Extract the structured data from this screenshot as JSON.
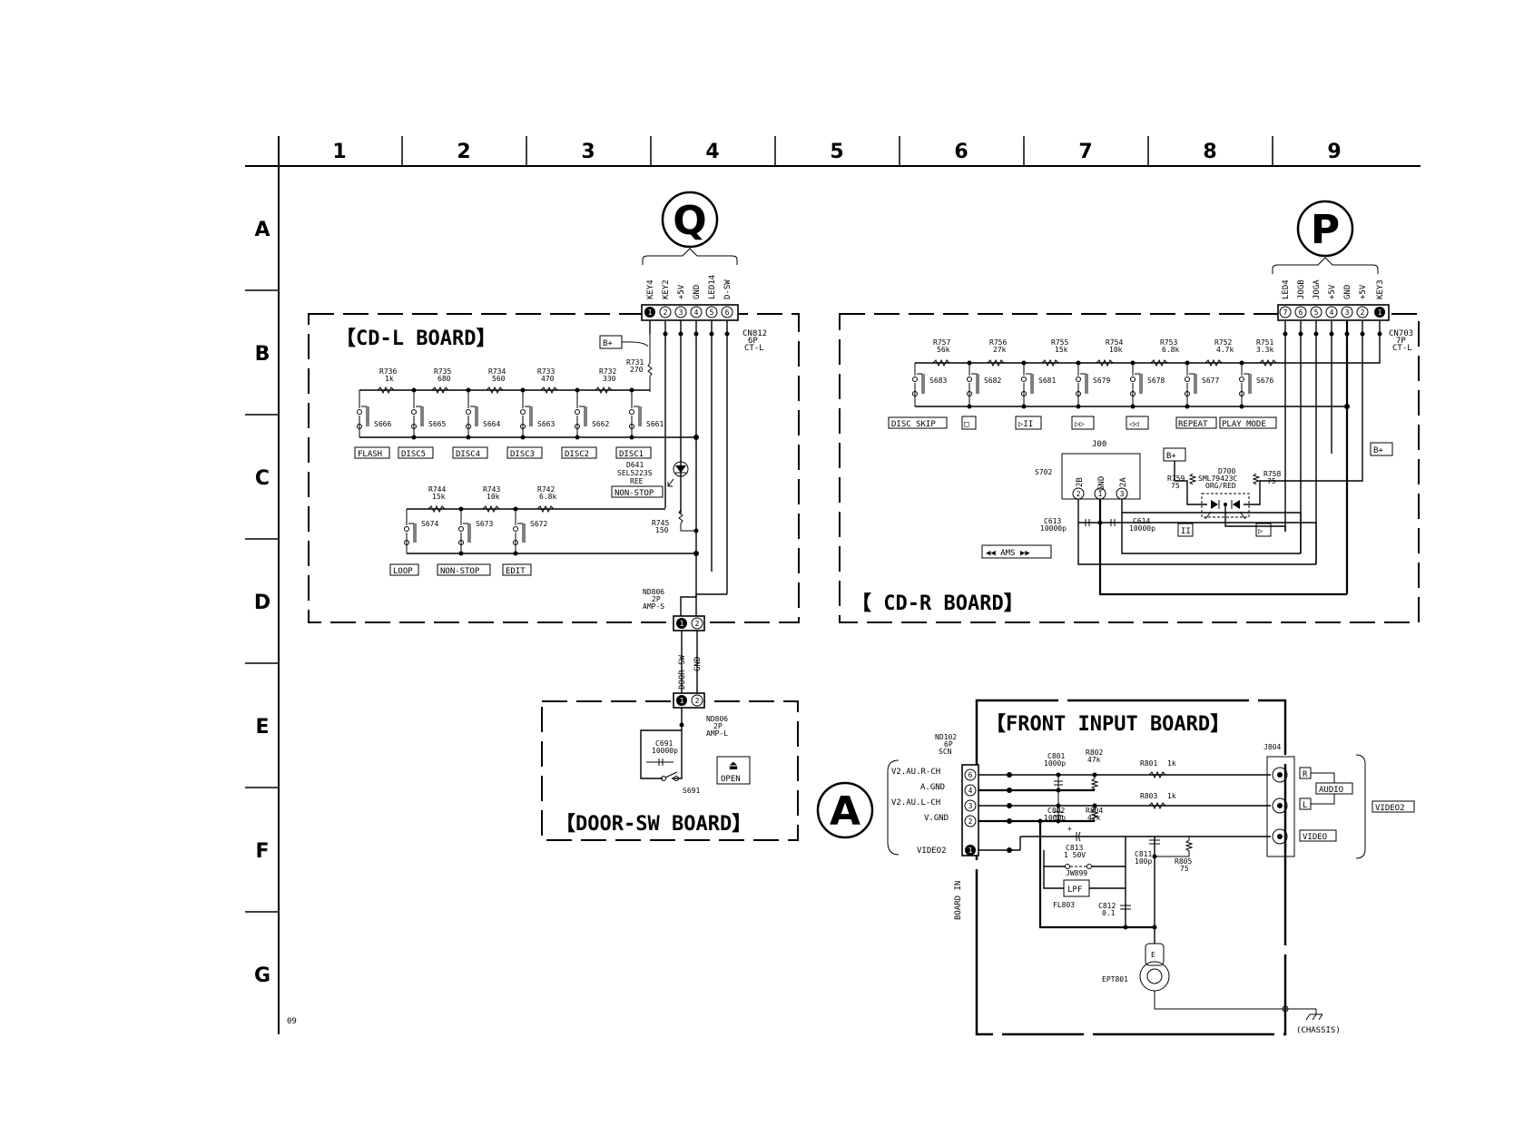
{
  "grid": {
    "columns": [
      "1",
      "2",
      "3",
      "4",
      "5",
      "6",
      "7",
      "8",
      "9"
    ],
    "rows": [
      "A",
      "B",
      "C",
      "D",
      "E",
      "F",
      "G"
    ],
    "page_code": "09"
  },
  "markers": {
    "q": "Q",
    "p": "P",
    "a": "A"
  },
  "cdl": {
    "title": "【CD-L  BOARD】",
    "connector_ref": "CN812",
    "connector_desc": "6P",
    "connector_type": "CT-L",
    "pins": [
      "KEY4",
      "KEY2",
      "+5V",
      "GND",
      "LED14",
      "D-SW"
    ],
    "pin_numbers": [
      "1",
      "2",
      "3",
      "4",
      "5",
      "6"
    ],
    "bplus": "B+",
    "r731": {
      "ref": "R731",
      "value": "270"
    },
    "resistors_top": [
      {
        "ref": "R736",
        "value": "1k"
      },
      {
        "ref": "R735",
        "value": "680"
      },
      {
        "ref": "R734",
        "value": "560"
      },
      {
        "ref": "R733",
        "value": "470"
      },
      {
        "ref": "R732",
        "value": "330"
      }
    ],
    "switches_top": [
      "S666",
      "S665",
      "S664",
      "S663",
      "S662",
      "S661"
    ],
    "labels_top": [
      "FLASH",
      "DISC5",
      "DISC4",
      "DISC3",
      "DISC2",
      "DISC1"
    ],
    "led": {
      "ref": "D641",
      "part": "SEL5223S",
      "color": "REE",
      "label": "NON-STOP"
    },
    "resistors_bottom": [
      {
        "ref": "R744",
        "value": "15k"
      },
      {
        "ref": "R743",
        "value": "10k"
      },
      {
        "ref": "R742",
        "value": "6.8k"
      }
    ],
    "switches_bottom": [
      "S674",
      "S673",
      "S672"
    ],
    "labels_bottom": [
      "LOOP",
      "NON-STOP",
      "EDIT"
    ],
    "r745": {
      "ref": "R745",
      "value": "150"
    },
    "nd806": {
      "ref": "ND806",
      "desc": "2P",
      "type": "AMP-S"
    }
  },
  "cdr": {
    "title": "【 CD-R  BOARD】",
    "connector_ref": "CN703",
    "connector_desc": "7P",
    "connector_type": "CT-L",
    "pins": [
      "LED4",
      "JOGB",
      "JOGA",
      "+5V",
      "GND",
      "+5V",
      "KEY3"
    ],
    "pin_numbers": [
      "7",
      "6",
      "5",
      "4",
      "3",
      "2",
      "1"
    ],
    "resistors": [
      {
        "ref": "R757",
        "value": "56k"
      },
      {
        "ref": "R756",
        "value": "27k"
      },
      {
        "ref": "R755",
        "value": "15k"
      },
      {
        "ref": "R754",
        "value": "10k"
      },
      {
        "ref": "R753",
        "value": "6.8k"
      },
      {
        "ref": "R752",
        "value": "4.7k"
      },
      {
        "ref": "R751",
        "value": "3.3k"
      }
    ],
    "switches": [
      "S683",
      "S682",
      "S681",
      "S679",
      "S678",
      "S677",
      "S676"
    ],
    "labels": [
      "DISC SKIP",
      "□",
      "▷II",
      "▷▷",
      "◁◁",
      "REPEAT",
      "PLAY MODE"
    ],
    "jog": {
      "ref": "J00",
      "sw": "S702",
      "pins": [
        "2B",
        "GND",
        "2A"
      ],
      "pin_numbers": [
        "2",
        "1",
        "3"
      ]
    },
    "c613": {
      "ref": "C613",
      "value": "10000p"
    },
    "c614": {
      "ref": "C614",
      "value": "10000p"
    },
    "ams": "AMS",
    "bplus": "B+",
    "r759": {
      "ref": "R759",
      "value": "75"
    },
    "r758": {
      "ref": "R758",
      "value": "75"
    },
    "led": {
      "ref": "D700",
      "part": "SML79423C",
      "color": "ORG/RED"
    },
    "pause_label": "II",
    "play_label": "▷"
  },
  "door": {
    "title": "【DOOR-SW BOARD】",
    "nd806": {
      "ref": "ND806",
      "desc": "2P",
      "type": "AMP-L"
    },
    "c691": {
      "ref": "C691",
      "value": "10000p"
    },
    "switch": "S691",
    "open_label": "OPEN",
    "eject": "⏏",
    "wire_labels": [
      "DOOR SW",
      "GND"
    ]
  },
  "front": {
    "title": "【FRONT  INPUT  BOARD】",
    "connector": {
      "ref": "ND102",
      "desc": "6P",
      "type": "SCN"
    },
    "signals": [
      "V2.AU.R-CH",
      "A.GND",
      "V2.AU.L-CH",
      "V.GND",
      "VIDEO2"
    ],
    "pin_numbers": [
      "6",
      "4",
      "3",
      "2",
      "1"
    ],
    "c801": {
      "ref": "C801",
      "value": "1000p"
    },
    "c802": {
      "ref": "C802",
      "value": "1000p"
    },
    "r802": {
      "ref": "R802",
      "value": "47k"
    },
    "r804": {
      "ref": "R804",
      "value": "47k"
    },
    "r801": {
      "ref": "R801",
      "value": "1k"
    },
    "r803": {
      "ref": "R803",
      "value": "1k"
    },
    "c813": {
      "ref": "C813",
      "value": "1 50V"
    },
    "jw899": "JW899",
    "lpf": "LPF",
    "fl803": "FL803",
    "c811": {
      "ref": "C811",
      "value": "100p"
    },
    "r805": {
      "ref": "R805",
      "value": "75"
    },
    "c812": {
      "ref": "C812",
      "value": "0.1"
    },
    "jack": "J804",
    "jack_labels": [
      "R",
      "AUDIO",
      "L",
      "VIDEO"
    ],
    "video2": "VIDEO2",
    "board_in": "BOARD IN",
    "ept": "EPT801",
    "ept_e": "E",
    "chassis": "(CHASSIS)"
  }
}
